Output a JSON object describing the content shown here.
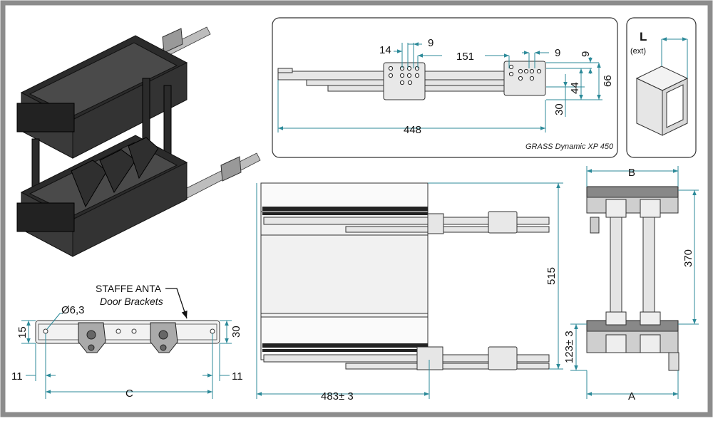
{
  "labels": {
    "model": "GRASS Dynamic XP 450",
    "bracket_it": "STAFFE ANTA",
    "bracket_en": "Door Brackets",
    "L": "L",
    "ext": "(ext)"
  },
  "dims": {
    "top_14": "14",
    "top_9a": "9",
    "top_151": "151",
    "top_9b": "9",
    "top_9c": "9",
    "top_66": "66",
    "top_44": "44",
    "top_30": "30",
    "top_448": "448",
    "front_515": "515",
    "front_483": "483± 3",
    "side_B": "B",
    "side_370": "370",
    "side_123": "123± 3",
    "side_A": "A",
    "br_diam": "Ø6,3",
    "br_15": "15",
    "br_30": "30",
    "br_11a": "11",
    "br_11b": "11",
    "br_C": "C"
  }
}
